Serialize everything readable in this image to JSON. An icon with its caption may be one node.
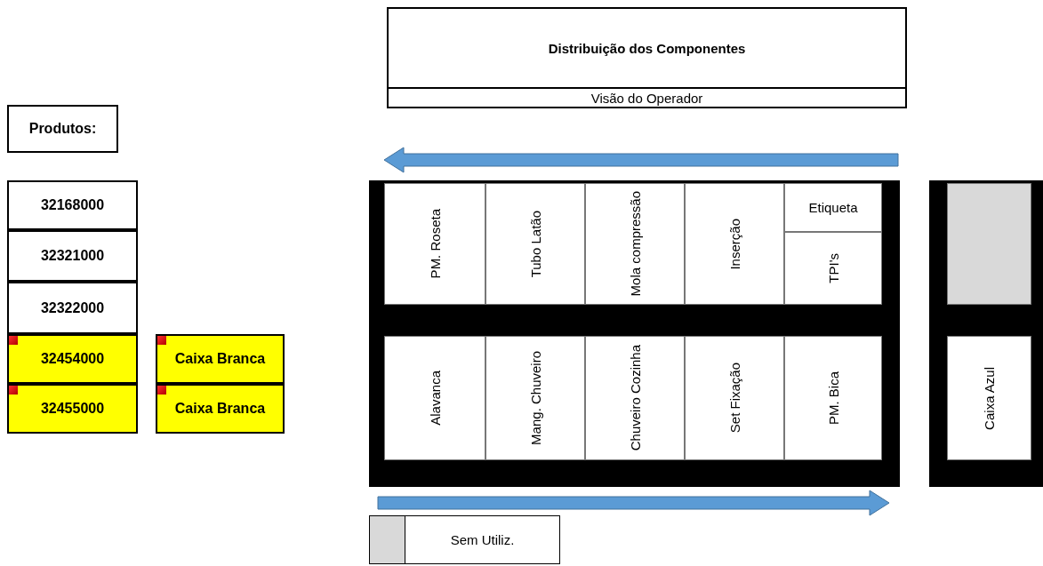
{
  "diagram": {
    "nodes": [
      {
        "text": [
          "Distribuição dos Componentes",
          "Visão do Operador"
        ]
      },
      {
        "text": [
          "Produtos:"
        ]
      },
      {
        "text": [
          "32168000"
        ]
      },
      {
        "text": [
          "32321000"
        ]
      },
      {
        "text": [
          "32322000"
        ]
      },
      {
        "text": [
          "32454000"
        ]
      },
      {
        "text": [
          "32455000"
        ]
      },
      {
        "text": [
          "Caixa Branca"
        ]
      },
      {
        "text": [
          "Caixa Branca"
        ]
      },
      {
        "text": [],
        "shape": "box"
      },
      {
        "text": [
          "PM. Roseta"
        ],
        "in": 9
      },
      {
        "text": [
          "Tubo Latão"
        ],
        "in": 9
      },
      {
        "text": [
          "Mola compressão"
        ],
        "in": 9
      },
      {
        "text": [
          "Inserção"
        ],
        "in": 9
      },
      {
        "text": [
          "Etiqueta"
        ],
        "in": 9
      },
      {
        "text": [
          "TPI's"
        ],
        "in": 9
      },
      {
        "text": [
          "Alavanca"
        ],
        "in": 9
      },
      {
        "text": [
          "Mang. Chuveiro"
        ],
        "in": 9
      },
      {
        "text": [
          "Chuveiro Cozinha"
        ],
        "in": 9
      },
      {
        "text": [
          "Set Fixação"
        ],
        "in": 9
      },
      {
        "text": [
          "PM. Bica"
        ],
        "in": 9
      },
      {
        "text": [],
        "shape": "box"
      },
      {
        "text": [],
        "shape": "box",
        "in": 21
      },
      {
        "text": [
          "Caixa Azul"
        ],
        "in": 21
      },
      {
        "text": [
          "Sem Utiliz."
        ]
      }
    ],
    "edges": []
  }
}
